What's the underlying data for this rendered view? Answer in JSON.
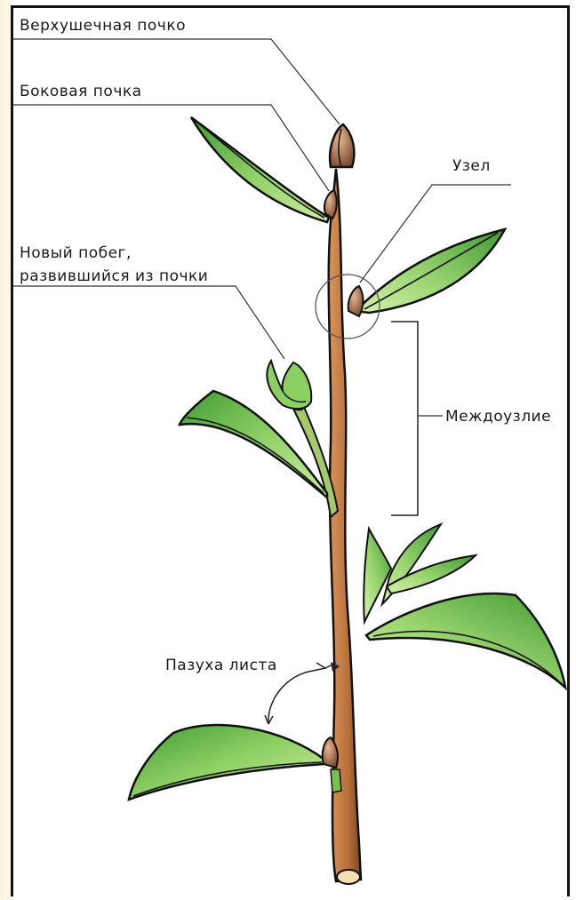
{
  "labels": {
    "apical_bud": "Верхушечная почко",
    "lateral_bud": "Боковая почка",
    "node": "Узел",
    "new_shoot_line1": "Новый побег,",
    "new_shoot_line2": "развившийся из почки",
    "internode": "Междоузлие",
    "leaf_axil": "Пазуха листа"
  },
  "colors": {
    "stem": "#b8703a",
    "stem_shadow": "#7a4420",
    "leaf_light": "#b7e08a",
    "leaf_mid": "#6fbf4a",
    "leaf_dark": "#2f8a2a",
    "outline": "#111111",
    "bud": "#8a5a3c"
  }
}
